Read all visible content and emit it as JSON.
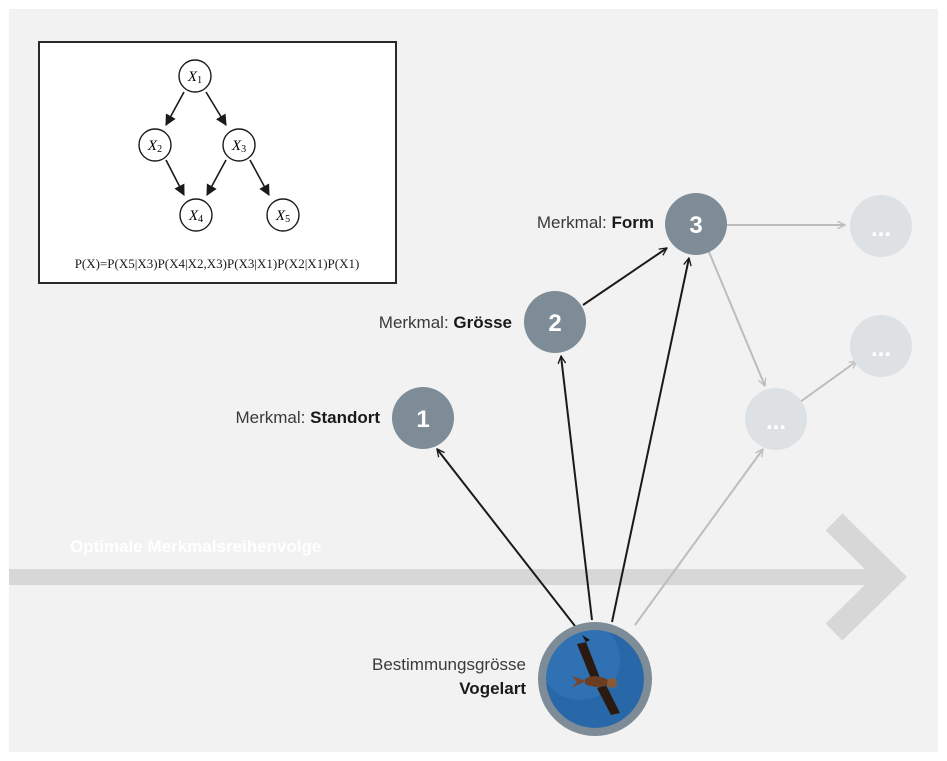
{
  "inset": {
    "nodes": [
      {
        "letter": "X",
        "sub": "1"
      },
      {
        "letter": "X",
        "sub": "2"
      },
      {
        "letter": "X",
        "sub": "3"
      },
      {
        "letter": "X",
        "sub": "4"
      },
      {
        "letter": "X",
        "sub": "5"
      }
    ],
    "formula": "P(X)=P(X5|X3)P(X4|X2,X3)P(X3|X1)P(X2|X1)P(X1)"
  },
  "order_label": "Optimale Merkmalsreihenvolge",
  "features": [
    {
      "prefix": "Merkmal: ",
      "name": "Standort",
      "number": "1"
    },
    {
      "prefix": "Merkmal: ",
      "name": "Grösse",
      "number": "2"
    },
    {
      "prefix": "Merkmal: ",
      "name": "Form",
      "number": "3"
    }
  ],
  "placeholder_nodes": [
    "...",
    "...",
    "..."
  ],
  "target": {
    "line1": "Bestimmungsgrösse",
    "line2": "Vogelart"
  },
  "colors": {
    "panel": "#f2f2f2",
    "node": "#7d8c96",
    "faded_node": "#dde1e4",
    "arrow": "#1a1a1a",
    "faded_arrow": "#bdbdbd",
    "big_arrow": "#d7d7d7",
    "bird_sky": "#2868a8",
    "bird_ring": "#7d8c96"
  }
}
